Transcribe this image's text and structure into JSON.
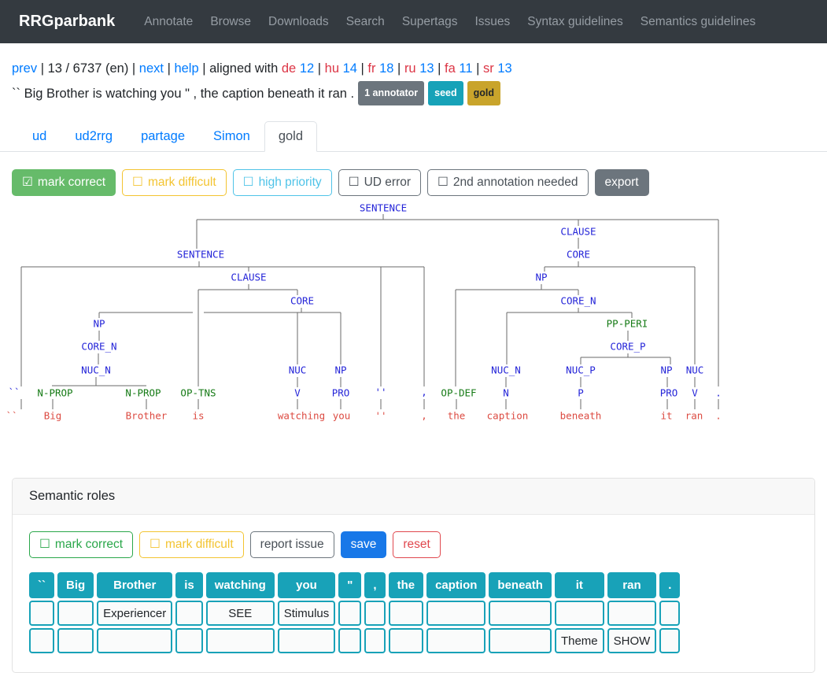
{
  "navbar": {
    "brand": "RRGparbank",
    "links": [
      "Annotate",
      "Browse",
      "Downloads",
      "Search",
      "Supertags",
      "Issues",
      "Syntax guidelines",
      "Semantics guidelines"
    ]
  },
  "pager": {
    "prev": "prev",
    "position": "13 / 6737 (en)",
    "next": "next",
    "help": "help",
    "aligned_label": "aligned with",
    "separator": "|",
    "alignments": [
      {
        "lang": "de",
        "count": "12"
      },
      {
        "lang": "hu",
        "count": "14"
      },
      {
        "lang": "fr",
        "count": "18"
      },
      {
        "lang": "ru",
        "count": "13"
      },
      {
        "lang": "fa",
        "count": "11"
      },
      {
        "lang": "sr",
        "count": "13"
      }
    ]
  },
  "sentence": {
    "text": "`` Big Brother is watching you \" , the caption beneath it ran .",
    "badges": [
      {
        "label": "1 annotator",
        "color": "#6c757d",
        "text_color": "#ffffff"
      },
      {
        "label": "seed",
        "color": "#17a2b8",
        "text_color": "#ffffff"
      },
      {
        "label": "gold",
        "color": "#c9a42b",
        "text_color": "#212529"
      }
    ]
  },
  "tabs": [
    {
      "label": "ud",
      "active": false
    },
    {
      "label": "ud2rrg",
      "active": false
    },
    {
      "label": "partage",
      "active": false
    },
    {
      "label": "Simon",
      "active": false
    },
    {
      "label": "gold",
      "active": true
    }
  ],
  "toolbar_buttons": [
    {
      "label": "mark correct",
      "checkbox": "☑",
      "style": "solid-green"
    },
    {
      "label": "mark difficult",
      "checkbox": "☐",
      "style": "outline-yellow"
    },
    {
      "label": "high priority",
      "checkbox": "☐",
      "style": "outline-cyan"
    },
    {
      "label": "UD error",
      "checkbox": "☐",
      "style": "outline-gray"
    },
    {
      "label": "2nd annotation needed",
      "checkbox": "☐",
      "style": "outline-gray"
    },
    {
      "label": "export",
      "checkbox": "",
      "style": "solid-gray"
    }
  ],
  "tree": {
    "colors": {
      "b": "#2424d8",
      "g": "#157a15",
      "r": "#dc4b42",
      "line": "#6a6a6a"
    },
    "nodes": [
      [
        "SENTENCE",
        487,
        264,
        "b"
      ],
      [
        "CLAUSE",
        735,
        294,
        "b"
      ],
      [
        "SENTENCE",
        255,
        323,
        "b"
      ],
      [
        "CORE",
        735,
        323,
        "b"
      ],
      [
        "CLAUSE",
        316,
        352,
        "b"
      ],
      [
        "NP",
        688,
        352,
        "b"
      ],
      [
        "CORE",
        384,
        382,
        "b"
      ],
      [
        "CORE_N",
        735,
        382,
        "b"
      ],
      [
        "NP",
        126,
        411,
        "b"
      ],
      [
        "PP-PERI",
        797,
        411,
        "g"
      ],
      [
        "CORE_N",
        126,
        440,
        "b"
      ],
      [
        "CORE_P",
        798,
        440,
        "b"
      ],
      [
        "NUC_N",
        122,
        470,
        "b"
      ],
      [
        "NUC",
        378,
        470,
        "b"
      ],
      [
        "NP",
        433,
        470,
        "b"
      ],
      [
        "NUC_N",
        643,
        470,
        "b"
      ],
      [
        "NUC_P",
        738,
        470,
        "b"
      ],
      [
        "NP",
        847,
        470,
        "b"
      ],
      [
        "NUC",
        883,
        470,
        "b"
      ],
      [
        "``",
        18,
        498,
        "b"
      ],
      [
        "N-PROP",
        70,
        499,
        "g"
      ],
      [
        "N-PROP",
        182,
        499,
        "g"
      ],
      [
        "OP-TNS",
        252,
        499,
        "g"
      ],
      [
        "V",
        378,
        499,
        "b"
      ],
      [
        "PRO",
        433,
        499,
        "b"
      ],
      [
        "''",
        484,
        498,
        "b"
      ],
      [
        ",",
        539,
        498,
        "b"
      ],
      [
        "OP-DEF",
        583,
        499,
        "g"
      ],
      [
        "N",
        643,
        499,
        "b"
      ],
      [
        "P",
        738,
        499,
        "b"
      ],
      [
        "PRO",
        850,
        499,
        "b"
      ],
      [
        "V",
        883,
        499,
        "b"
      ],
      [
        ".",
        913,
        499,
        "b"
      ],
      [
        "``",
        15,
        528,
        "r"
      ],
      [
        "Big",
        67,
        528,
        "r"
      ],
      [
        "Brother",
        186,
        528,
        "r"
      ],
      [
        "is",
        252,
        528,
        "r"
      ],
      [
        "watching",
        383,
        528,
        "r"
      ],
      [
        "you",
        434,
        528,
        "r"
      ],
      [
        "''",
        484,
        528,
        "r"
      ],
      [
        ",",
        539,
        528,
        "r"
      ],
      [
        "the",
        580,
        528,
        "r"
      ],
      [
        "caption",
        645,
        528,
        "r"
      ],
      [
        "beneath",
        738,
        528,
        "r"
      ],
      [
        "it",
        847,
        528,
        "r"
      ],
      [
        "ran",
        882,
        528,
        "r"
      ],
      [
        ".",
        913,
        528,
        "r"
      ]
    ],
    "lines": [
      [
        487,
        271,
        487,
        278
      ],
      [
        250,
        278,
        913,
        278
      ],
      [
        250,
        278,
        250,
        315
      ],
      [
        735,
        278,
        735,
        286
      ],
      [
        913,
        278,
        913,
        490
      ],
      [
        253,
        331,
        253,
        338
      ],
      [
        27,
        338,
        539,
        338
      ],
      [
        27,
        338,
        27,
        490
      ],
      [
        316,
        338,
        316,
        344
      ],
      [
        484,
        338,
        484,
        490
      ],
      [
        539,
        338,
        539,
        490
      ],
      [
        316,
        360,
        316,
        367
      ],
      [
        252,
        367,
        378,
        367
      ],
      [
        252,
        367,
        252,
        490
      ],
      [
        378,
        367,
        378,
        374
      ],
      [
        383,
        390,
        383,
        396
      ],
      [
        126,
        396,
        245,
        396
      ],
      [
        259,
        396,
        433,
        396
      ],
      [
        126,
        396,
        126,
        403
      ],
      [
        378,
        396,
        378,
        462
      ],
      [
        433,
        396,
        433,
        462
      ],
      [
        126,
        419,
        126,
        432
      ],
      [
        125,
        448,
        125,
        462
      ],
      [
        122,
        478,
        122,
        489
      ],
      [
        66,
        489,
        186,
        489
      ],
      [
        27,
        506,
        27,
        519
      ],
      [
        67,
        506,
        67,
        519
      ],
      [
        186,
        506,
        186,
        519
      ],
      [
        252,
        506,
        252,
        519
      ],
      [
        378,
        478,
        378,
        491
      ],
      [
        378,
        506,
        378,
        519
      ],
      [
        433,
        478,
        433,
        491
      ],
      [
        433,
        506,
        433,
        519
      ],
      [
        484,
        506,
        484,
        519
      ],
      [
        539,
        506,
        539,
        519
      ],
      [
        735,
        301,
        735,
        315
      ],
      [
        735,
        331,
        735,
        338
      ],
      [
        692,
        338,
        883,
        338
      ],
      [
        692,
        338,
        692,
        344
      ],
      [
        883,
        338,
        883,
        462
      ],
      [
        688,
        360,
        688,
        367
      ],
      [
        579,
        367,
        735,
        367
      ],
      [
        579,
        367,
        579,
        490
      ],
      [
        735,
        367,
        735,
        374
      ],
      [
        735,
        390,
        735,
        396
      ],
      [
        644,
        396,
        803,
        396
      ],
      [
        644,
        396,
        644,
        462
      ],
      [
        803,
        396,
        803,
        403
      ],
      [
        798,
        419,
        798,
        432
      ],
      [
        798,
        448,
        798,
        453
      ],
      [
        738,
        453,
        852,
        453
      ],
      [
        738,
        453,
        738,
        462
      ],
      [
        852,
        453,
        852,
        462
      ],
      [
        643,
        478,
        643,
        491
      ],
      [
        643,
        506,
        643,
        519
      ],
      [
        738,
        478,
        738,
        491
      ],
      [
        738,
        506,
        738,
        519
      ],
      [
        848,
        478,
        848,
        491
      ],
      [
        848,
        506,
        848,
        519
      ],
      [
        883,
        478,
        883,
        491
      ],
      [
        883,
        506,
        883,
        519
      ],
      [
        580,
        506,
        580,
        519
      ],
      [
        913,
        506,
        913,
        519
      ]
    ]
  },
  "semantic_roles": {
    "title": "Semantic roles",
    "buttons": [
      {
        "label": "mark correct",
        "checkbox": "☐",
        "style": "outline-green"
      },
      {
        "label": "mark difficult",
        "checkbox": "☐",
        "style": "outline-yellow"
      },
      {
        "label": "report issue",
        "checkbox": "",
        "style": "outline-gray"
      },
      {
        "label": "save",
        "checkbox": "",
        "style": "solid-blue"
      },
      {
        "label": "reset",
        "checkbox": "",
        "style": "outline-red"
      }
    ],
    "table": {
      "header": [
        "``",
        "Big",
        "Brother",
        "is",
        "watching",
        "you",
        "\"",
        ",",
        "the",
        "caption",
        "beneath",
        "it",
        "ran",
        "."
      ],
      "rows": [
        [
          "",
          "",
          "Experiencer",
          "",
          "SEE",
          "Stimulus",
          "",
          "",
          "",
          "",
          "",
          "",
          "",
          ""
        ],
        [
          "",
          "",
          "",
          "",
          "",
          "",
          "",
          "",
          "",
          "",
          "",
          "Theme",
          "SHOW",
          ""
        ]
      ]
    }
  }
}
